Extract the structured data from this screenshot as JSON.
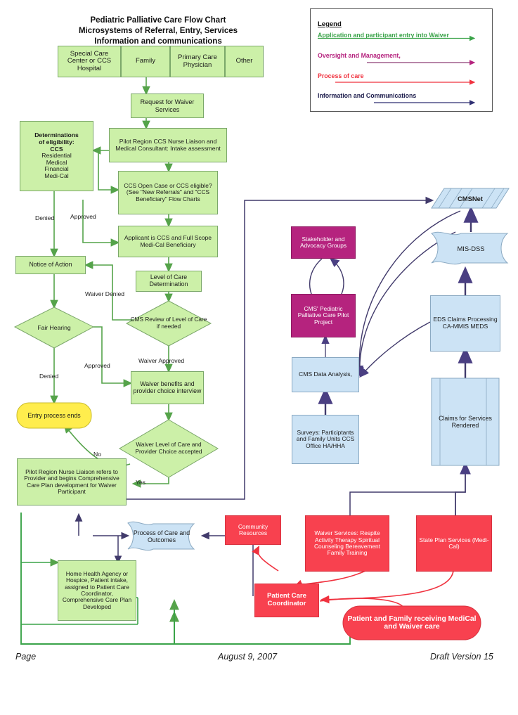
{
  "title": {
    "line1": "Pediatric Palliative Care Flow Chart",
    "line2": "Microsystems of  Referral, Entry, Services",
    "line3": "Information and communications"
  },
  "legend": {
    "heading": "Legend",
    "items": [
      {
        "label": "Application and participant entry into Waiver",
        "color": "#3aa349"
      },
      {
        "label": "Oversight and Management,",
        "color": "#b5237e"
      },
      {
        "label": "Process of care",
        "color": "#f0323f"
      },
      {
        "label": "Information and Communications",
        "color": "#2e2e72"
      }
    ]
  },
  "entry_sources": [
    {
      "label": "Special Care Center or CCS Hospital"
    },
    {
      "label": "Family"
    },
    {
      "label": "Primary Care Physician"
    },
    {
      "label": "Other"
    }
  ],
  "nodes": {
    "request_waiver": "Request for Waiver Services",
    "determinations": "Determinations of eligibility: CCS Residential Medical Financial Medi-Cal",
    "determinations_lines": [
      "Determinations",
      "of eligibility:",
      "CCS",
      "Residential",
      "Medical",
      "Financial",
      "Medi-Cal"
    ],
    "nurse_liaison_intake": "Pilot Region CCS Nurse Liaison and Medical Consultant: Intake assessment",
    "ccs_open_case": "CCS Open Case or CCS eligible? (See \"New Referrals\" and \"CCS Beneficiary\" Flow Charts",
    "applicant_ccs": "Applicant is CCS and Full Scope Medi-Cal Beneficiary",
    "notice_of_action": "Notice of Action",
    "level_of_care": "Level of Care Determination",
    "fair_hearing": "Fair Hearing",
    "cms_review": "CMS Review of Level of Care if needed",
    "waiver_benefits": "Waiver benefits and provider choice interview",
    "entry_process_ends": "Entry process ends",
    "waiver_accepted": "Waiver Level of Care and Provider Choice accepted",
    "nurse_refers": "Pilot Region Nurse Liaison refers to Provider and begins Comprehensive Care Plan development for Waiver Participant",
    "process_of_care": "Process of Care and Outcomes",
    "home_health": "Home Health Agency  or Hospice, Patient intake, assigned to Patient Care Coordinator, Comprehensive Care Plan Developed",
    "cmsnet": "CMSNet",
    "mis_dss": "MIS-DSS",
    "stakeholder": "Stakeholder and Advocacy Groups",
    "cms_pilot": "CMS' Pediatric Palliative Care Pilot Project",
    "eds_claims": "EDS Claims Processing CA-MMIS MEDS",
    "cms_data_analysis": "CMS Data Analysis,",
    "claims_rendered": "Claims for Services Rendered",
    "surveys": "Surveys: Participtants and Family Units CCS Office HA/HHA",
    "community_resources": "Community Resources",
    "waiver_services": "Waiver Services: Respite Activity Therapy Spiritual Counseling Bereavement Family Training",
    "state_plan_services": "State Plan Services (Medi-Cal)",
    "patient_care_coordinator": "Patient Care Coordinator",
    "patient_family": "Patient and Family receiving MediCal and Waiver care"
  },
  "edge_labels": {
    "denied_1": "Denied",
    "approved_1": "Approved",
    "waiver_denied": "Waiver Denied",
    "approved_2": "Approved",
    "waiver_approved": "Waiver Approved",
    "denied_2": "Denied",
    "no": "No",
    "yes": "Yes"
  },
  "footer": {
    "page": "Page",
    "date": "August 9, 2007",
    "version": "Draft Version 15"
  },
  "colors": {
    "green_fill": "#ccf0a8",
    "blue_fill": "#cce3f5",
    "magenta_fill": "#b5237e",
    "red_fill": "#f8414f",
    "yellow_fill": "#ffed4d",
    "green_arrow": "#55a34a",
    "purple_arrow": "#413a6b",
    "red_arrow": "#f0323f"
  }
}
